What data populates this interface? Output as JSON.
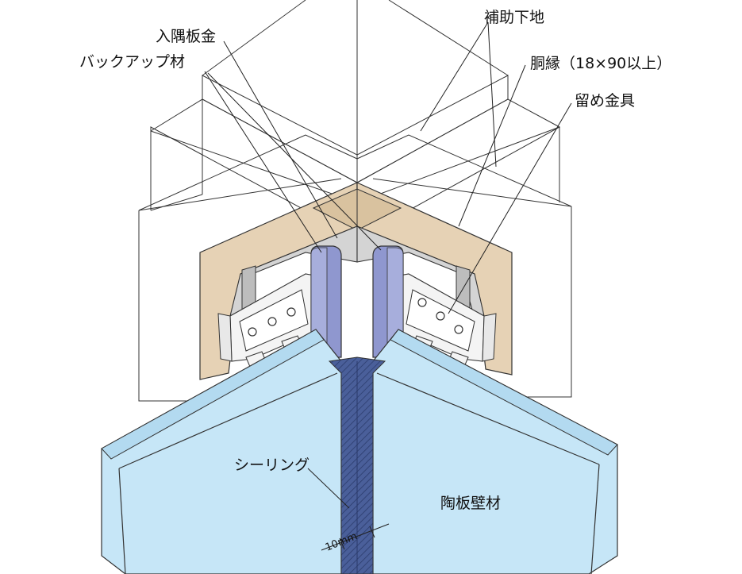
{
  "labels": {
    "irisumi_bankin": "入隅板金",
    "backup": "バックアップ材",
    "hojo_shitaji": "補助下地",
    "dobuchi": "胴縁（18×90以上）",
    "tome_kanagu": "留め金具",
    "sealing": "シーリング",
    "touban": "陶板壁材",
    "width": "10mm"
  },
  "colors": {
    "panel": "#c6e6f7",
    "panel_dark": "#b3daf0",
    "wood": "#e6d2b5",
    "backup": "#8f97cf",
    "sealant": "#4a5f9a",
    "metal": "#d2d2d2",
    "clip": "#f4f4f4"
  }
}
